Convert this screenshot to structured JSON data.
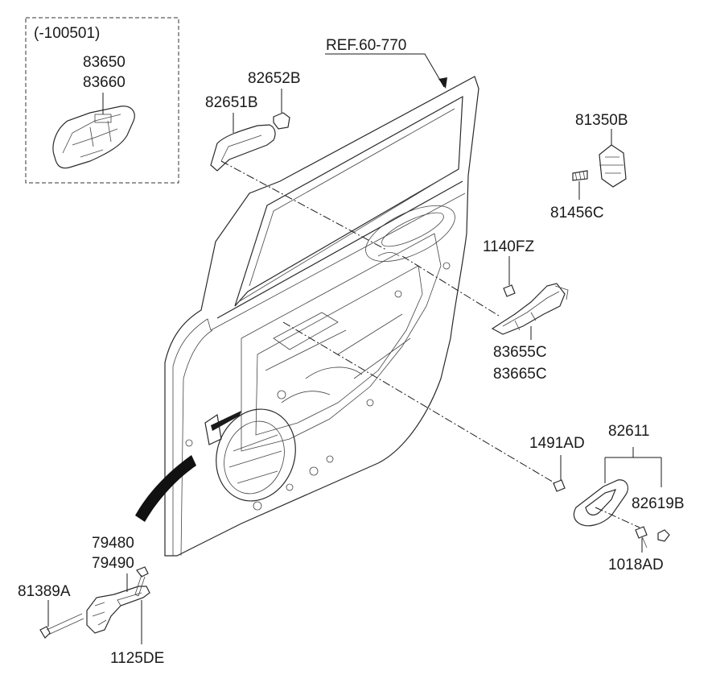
{
  "inset": {
    "variant_label": "(-100501)",
    "parts": [
      "83650",
      "83660"
    ]
  },
  "reference": "REF.60-770",
  "labels": {
    "p82652B": "82652B",
    "p82651B": "82651B",
    "p81350B": "81350B",
    "p81456C": "81456C",
    "p1140FZ": "1140FZ",
    "p83655C": "83655C",
    "p83665C": "83665C",
    "p82611": "82611",
    "p1491AD": "1491AD",
    "p82619B": "82619B",
    "p1018AD": "1018AD",
    "p79480": "79480",
    "p79490": "79490",
    "p81389A": "81389A",
    "p1125DE": "1125DE"
  }
}
